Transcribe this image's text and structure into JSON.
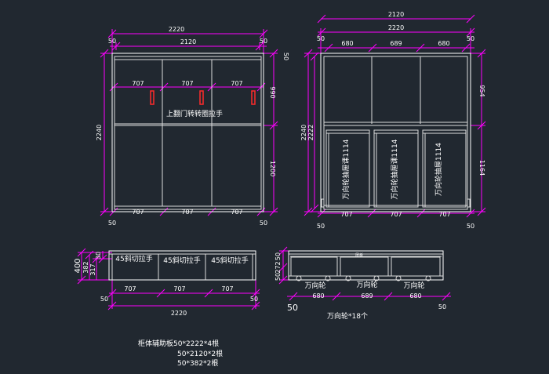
{
  "colors": {
    "background": "#212830",
    "dimension": "#ff00ff",
    "outline": "#ffffff",
    "handle": "#ff2a2a"
  },
  "front_view": {
    "dims": {
      "total_width": "2220",
      "inner_width": "2120",
      "left_side": "50",
      "right_side": "50",
      "top_side": "50",
      "panel_top_1": "707",
      "panel_top_2": "707",
      "panel_top_3": "707",
      "bottom_1": "707",
      "bottom_2": "707",
      "bottom_3": "707",
      "bottom_left": "50",
      "bottom_right": "50",
      "height_total": "2240",
      "upper_height": "990",
      "lower_height": "1200"
    },
    "label": "上翻门转转圈拉手"
  },
  "inner_view": {
    "dims": {
      "outer_width": "2120",
      "total_width": "2220",
      "left_side": "50",
      "right_side": "50",
      "col_1": "680",
      "col_2": "689",
      "col_3": "680",
      "height_total": "2240",
      "height_inner": "2222",
      "upper_height": "954",
      "lower_height": "1164",
      "bottom_1": "707",
      "bottom_2": "707",
      "bottom_3": "707",
      "bottom_left": "50",
      "bottom_right": "50"
    },
    "drawer_labels": [
      "万向轮抽屉课1114",
      "万向轮抽屉课1114",
      "万向轮抽屉1114"
    ]
  },
  "base_front": {
    "dims": {
      "h_400": "400",
      "h_382": "382",
      "h_317": "317",
      "h_30": "30",
      "w_1": "707",
      "w_2": "707",
      "w_3": "707",
      "left": "50",
      "right": "50",
      "total": "2220"
    },
    "labels": [
      "45斜切拉手",
      "45斜切拉手",
      "45斜切拉手"
    ]
  },
  "base_side": {
    "dims": {
      "h_50": "50",
      "h_272": "272",
      "h_50b": "50",
      "w_1": "680",
      "w_2": "689",
      "w_3": "680",
      "left": "50",
      "right": "50"
    },
    "top_label": "层板",
    "wheel_labels": [
      "万向轮",
      "万向轮",
      "万向轮"
    ],
    "wheel_note": "万向轮*18个"
  },
  "materials": {
    "line1": "柜体辅助板50*2222*4根",
    "line2": "50*2120*2根",
    "line3": "50*382*2根"
  }
}
